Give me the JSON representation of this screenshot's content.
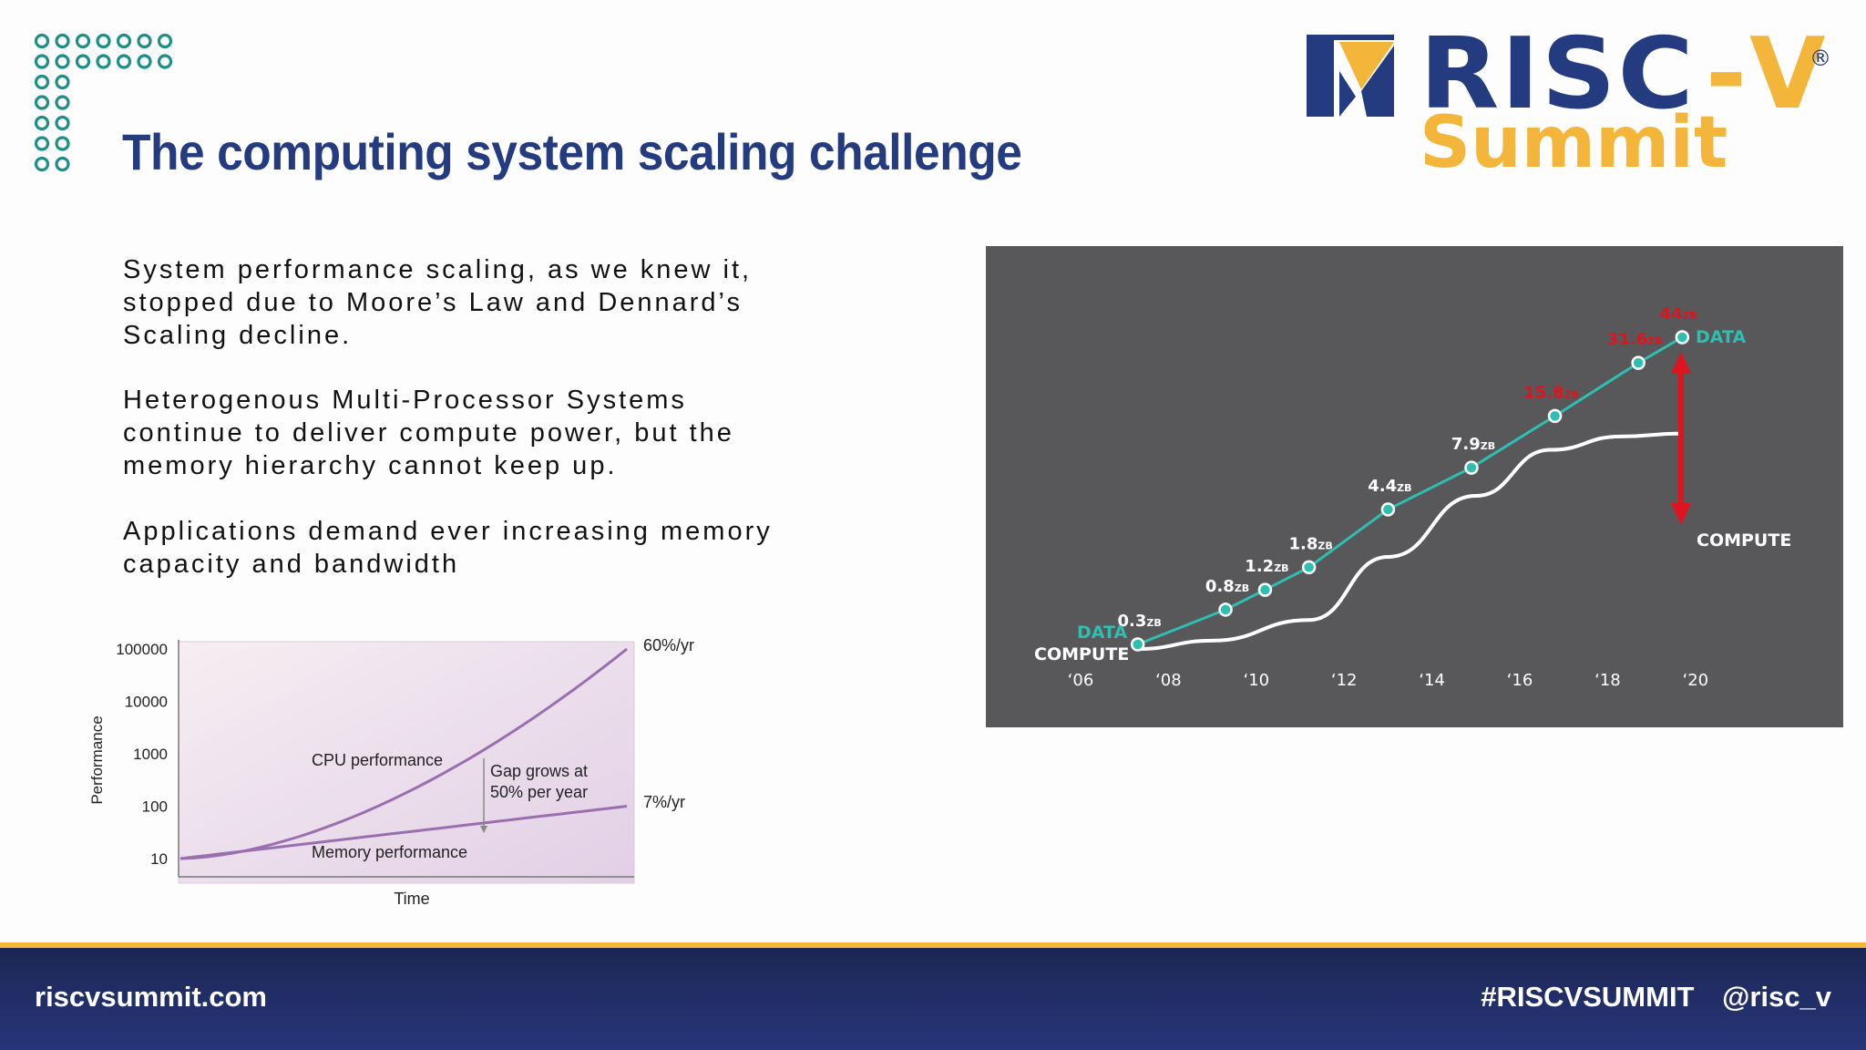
{
  "slide": {
    "title": "The computing system scaling challenge",
    "paragraphs": [
      "System performance scaling, as we knew it, stopped due to Moore’s Law and Dennard’s Scaling decline.",
      "Heterogenous Multi-Processor Systems continue to deliver compute power, but the memory hierarchy cannot keep up.",
      "Applications demand ever increasing memory capacity and bandwidth"
    ]
  },
  "logo": {
    "risc": "RISC",
    "dash": "-",
    "v": "V",
    "registered": "®",
    "summit": "Summit"
  },
  "colors": {
    "title": "#243b80",
    "accent_yellow": "#f4b63a",
    "data_teal": "#2fbfb0",
    "data_label_red": "#e0141e",
    "chart_bg": "#58585a",
    "footer_bg": "#1f2b62",
    "curve_purple": "#9a6fb0"
  },
  "footer": {
    "url": "riscvsummit.com",
    "hashtag": "#RISCVSUMMIT",
    "handle": "@risc_v"
  },
  "chart_data": [
    {
      "type": "line",
      "ylabel": "Performance",
      "xlabel": "Time",
      "y_scale": "log",
      "y_ticks": [
        "100000",
        "10000",
        "1000",
        "100",
        "10"
      ],
      "y_tick_values": [
        100000,
        10000,
        1000,
        100,
        10
      ],
      "series": [
        {
          "name": "CPU performance",
          "rate_label": "60%/yr",
          "start": 10,
          "end": 100000
        },
        {
          "name": "Memory performance",
          "rate_label": "7%/yr",
          "start": 10,
          "end": 100
        }
      ],
      "annotation": {
        "line1": "Gap grows at",
        "line2": "50% per year"
      },
      "background": "pink-purple gradient",
      "grid": false
    },
    {
      "type": "line",
      "x_ticks": [
        "‘06",
        "‘08",
        "‘10",
        "‘12",
        "‘14",
        "‘16",
        "‘18",
        "‘20"
      ],
      "series": [
        {
          "name": "DATA",
          "x": [
            2007.3,
            2009.3,
            2010.2,
            2011.2,
            2013.0,
            2014.9,
            2016.8,
            2018.7,
            2019.7
          ],
          "values": [
            0.3,
            0.8,
            1.2,
            1.8,
            4.4,
            7.9,
            15.8,
            31.6,
            44
          ],
          "labels": [
            "0.3",
            "0.8",
            "1.2",
            "1.8",
            "4.4",
            "7.9",
            "15.8",
            "31.6",
            "44"
          ],
          "unit": "ZB",
          "label_colors_red_from": "15.8"
        },
        {
          "name": "COMPUTE",
          "x": [
            2007.3,
            2009,
            2011.2,
            2013,
            2015,
            2016.7,
            2018.3,
            2019.7
          ],
          "values": [
            0.3,
            0.4,
            0.7,
            2.3,
            5.7,
            10.7,
            12.8,
            13.3
          ]
        }
      ],
      "y_axis_visible": false,
      "grid": false,
      "annotation": "red double-headed arrow showing gap between DATA and COMPUTE"
    }
  ]
}
